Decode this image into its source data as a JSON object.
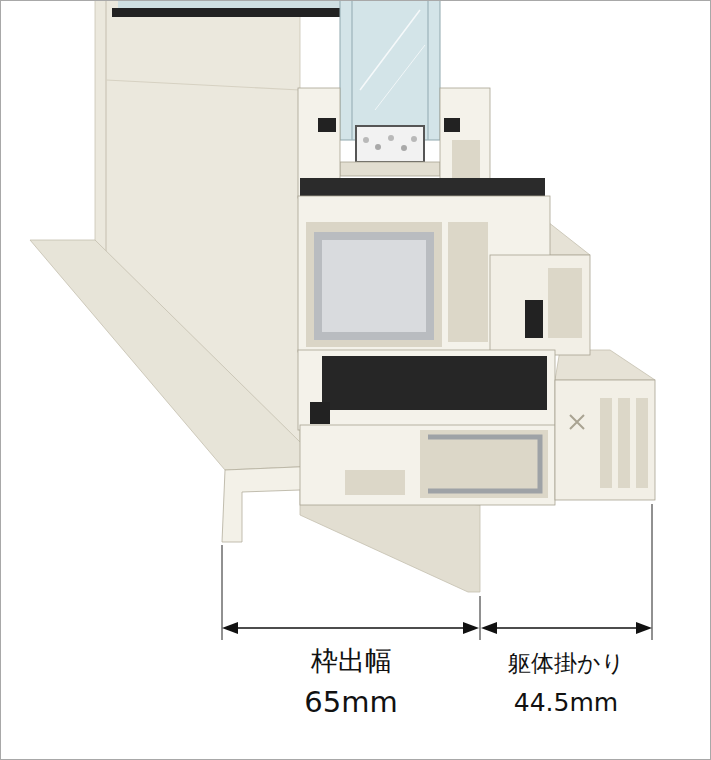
{
  "diagram": {
    "labels": [
      "枠出幅",
      "65mm",
      "躯体掛かり",
      "44.5mm"
    ]
  }
}
